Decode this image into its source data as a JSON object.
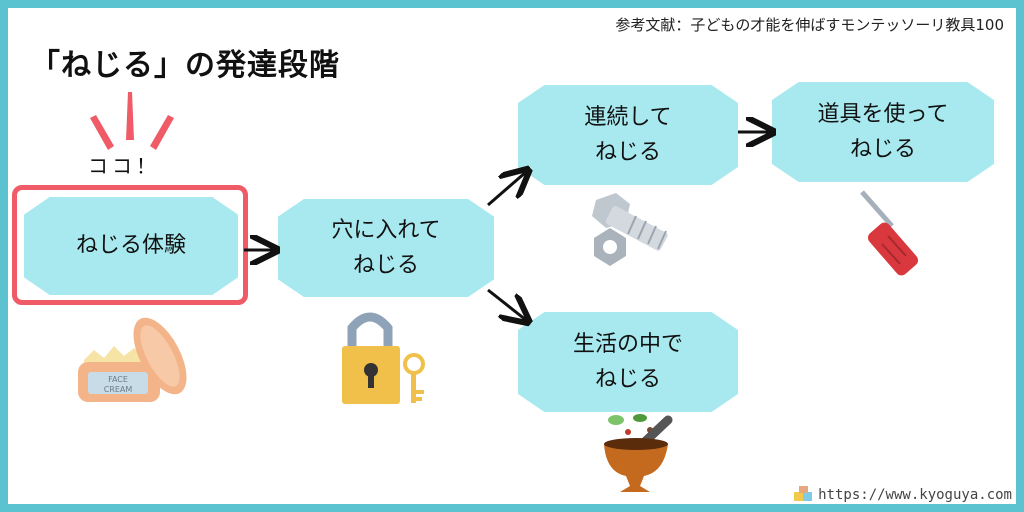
{
  "title": "「ねじる」の発達段階",
  "reference": "参考文献：子どもの才能を伸ばすモンテッソーリ教具100",
  "callout": "ココ！",
  "nodes": {
    "n1": "ねじる体験",
    "n2": "穴に入れて\nねじる",
    "n3": "連続して\nねじる",
    "n4": "道具を使って\nねじる",
    "n5": "生活の中で\nねじる"
  },
  "face_cream": {
    "line1": "FACE",
    "line2": "CREAM"
  },
  "url": "https://www.kyoguya.com",
  "colors": {
    "frame": "#5bc3cf",
    "node": "#a8e9ef",
    "highlight": "#ef5b66"
  }
}
